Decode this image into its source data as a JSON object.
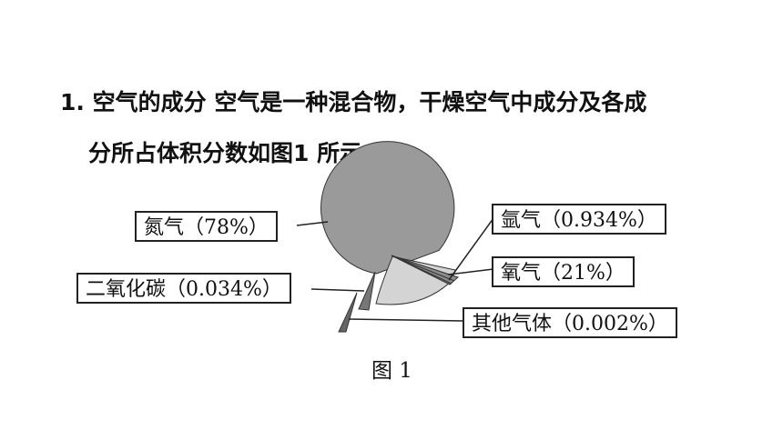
{
  "text": {
    "line1_prefix": "1.",
    "line1_body": " 空气的成分 空气是一种混合物，干燥空气中成分及各成",
    "line2": "分所占体积分数如图1 所示："
  },
  "chart_data": {
    "type": "pie",
    "caption": "图 1",
    "slices": [
      {
        "name": "氮气",
        "value": 78,
        "label": "氮气（78%）"
      },
      {
        "name": "氧气",
        "value": 21,
        "label": "氧气（21%）"
      },
      {
        "name": "氩气",
        "value": 0.934,
        "label": "氩气（0.934%）"
      },
      {
        "name": "二氧化碳",
        "value": 0.034,
        "label": "二氧化碳（0.034%）"
      },
      {
        "name": "其他气体",
        "value": 0.002,
        "label": "其他气体（0.002%）"
      }
    ],
    "colors": {
      "nitrogen": "#9a9a9a",
      "oxygen": "#d4d4d4",
      "argon": "#8c8c8c",
      "co2": "#777777",
      "other": "#666666",
      "stroke": "#333333"
    }
  }
}
